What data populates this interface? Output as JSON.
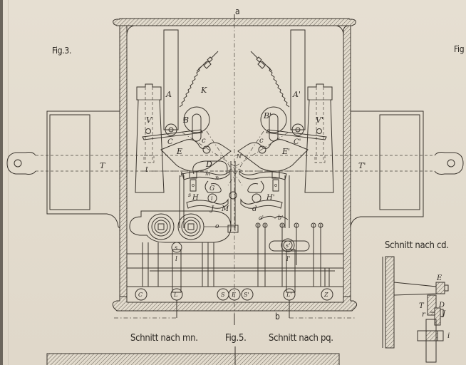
{
  "document": {
    "type": "technical-drawing",
    "colors": {
      "paper": "#e4ddd0",
      "ink": "#3a342d"
    }
  },
  "figures": {
    "fig3": {
      "label": "Fig.3."
    },
    "fig_right_partial": {
      "label": "Fig"
    },
    "fig5": {
      "label": "Fig.5."
    }
  },
  "section_markers": {
    "top": "a",
    "bottom": "b"
  },
  "captions": {
    "section_mn": "Schnitt nach mn.",
    "section_pq": "Schnitt nach pq.",
    "section_cd": "Schnitt nach cd."
  },
  "part_labels": {
    "A": "A",
    "A1": "A'",
    "K": "K",
    "V": "V",
    "V1": "V'",
    "B": "B",
    "B1": "B'",
    "C": "C",
    "C1": "C'",
    "c": "c",
    "c1": "c",
    "E": "E",
    "E1": "E'",
    "T": "T",
    "T1": "T'",
    "t": "t",
    "D": "D",
    "N": "N",
    "h": "h",
    "h1": "h'",
    "m": "m",
    "n": "n",
    "G": "G",
    "sH": "s",
    "H": "H",
    "H1": "H'",
    "i": "i",
    "J": "J",
    "M": "M",
    "d": "d",
    "a1": "a'",
    "b1": "b'",
    "o": "o",
    "s": "s",
    "s1": "s'",
    "l": "l",
    "l1": "l'",
    "bottom_C": "C",
    "bottom_L": "L",
    "bottom_S": "S",
    "bottom_E": "E",
    "bottom_S1": "S'",
    "bottom_L1": "L'",
    "bottom_Z": "Z"
  },
  "section_cd_labels": {
    "E": "E",
    "T": "T",
    "D": "D",
    "r": "r",
    "J": "J",
    "i": "i"
  }
}
